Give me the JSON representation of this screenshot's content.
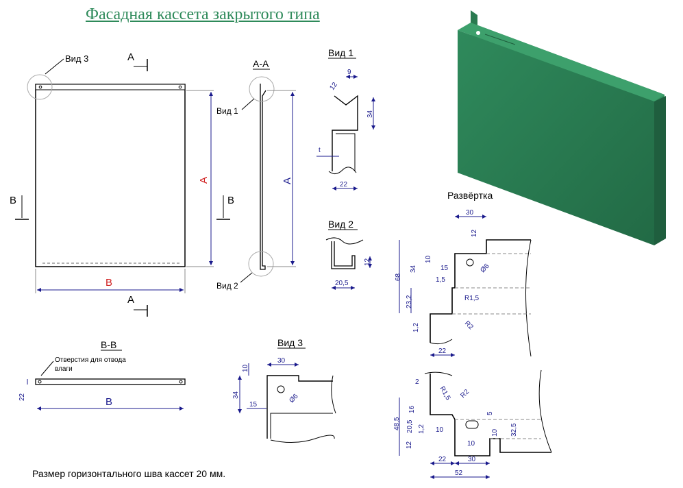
{
  "title": "Фасадная кассета закрытого типа",
  "bottom_note": "Размер горизонтального шва кассет  20 мм.",
  "colors": {
    "title": "#2e8a5a",
    "panel": "#2b7d52",
    "dimension": "#1a1a8c",
    "highlight": "#d02020"
  },
  "front_view": {
    "section_mark_top": "А",
    "section_mark_bottom": "А",
    "section_mark_left": "В",
    "section_mark_right": "В",
    "height_label": "А",
    "width_label": "В",
    "callout_top": "Вид 3"
  },
  "section_aa": {
    "title": "А-А",
    "callout_top": "Вид 1",
    "callout_bottom": "Вид 2",
    "height_label": "А"
  },
  "view1": {
    "title": "Вид 1",
    "dims": [
      "9",
      "12",
      "34",
      "t",
      "22"
    ]
  },
  "view2": {
    "title": "Вид 2",
    "dims": [
      "12",
      "20,5"
    ]
  },
  "section_bb": {
    "title": "В-В",
    "note_line1": "Отверстия для отвода",
    "note_line2": "влаги",
    "height": "22",
    "width_label": "В"
  },
  "view3": {
    "title": "Вид 3",
    "dims": [
      "10",
      "30",
      "34",
      "15",
      "Ø6"
    ]
  },
  "development": {
    "title": "Развёртка",
    "top_dims": [
      "30",
      "12",
      "10",
      "15",
      "34",
      "1,5",
      "68",
      "Ø6",
      "23,2",
      "R1,5",
      "R2",
      "1,2",
      "22"
    ],
    "bottom_dims": [
      "2",
      "R1,5",
      "R2",
      "5",
      "16",
      "48,5",
      "20,5",
      "1,2",
      "10",
      "10",
      "32,5",
      "12",
      "10",
      "22",
      "30",
      "52"
    ]
  }
}
